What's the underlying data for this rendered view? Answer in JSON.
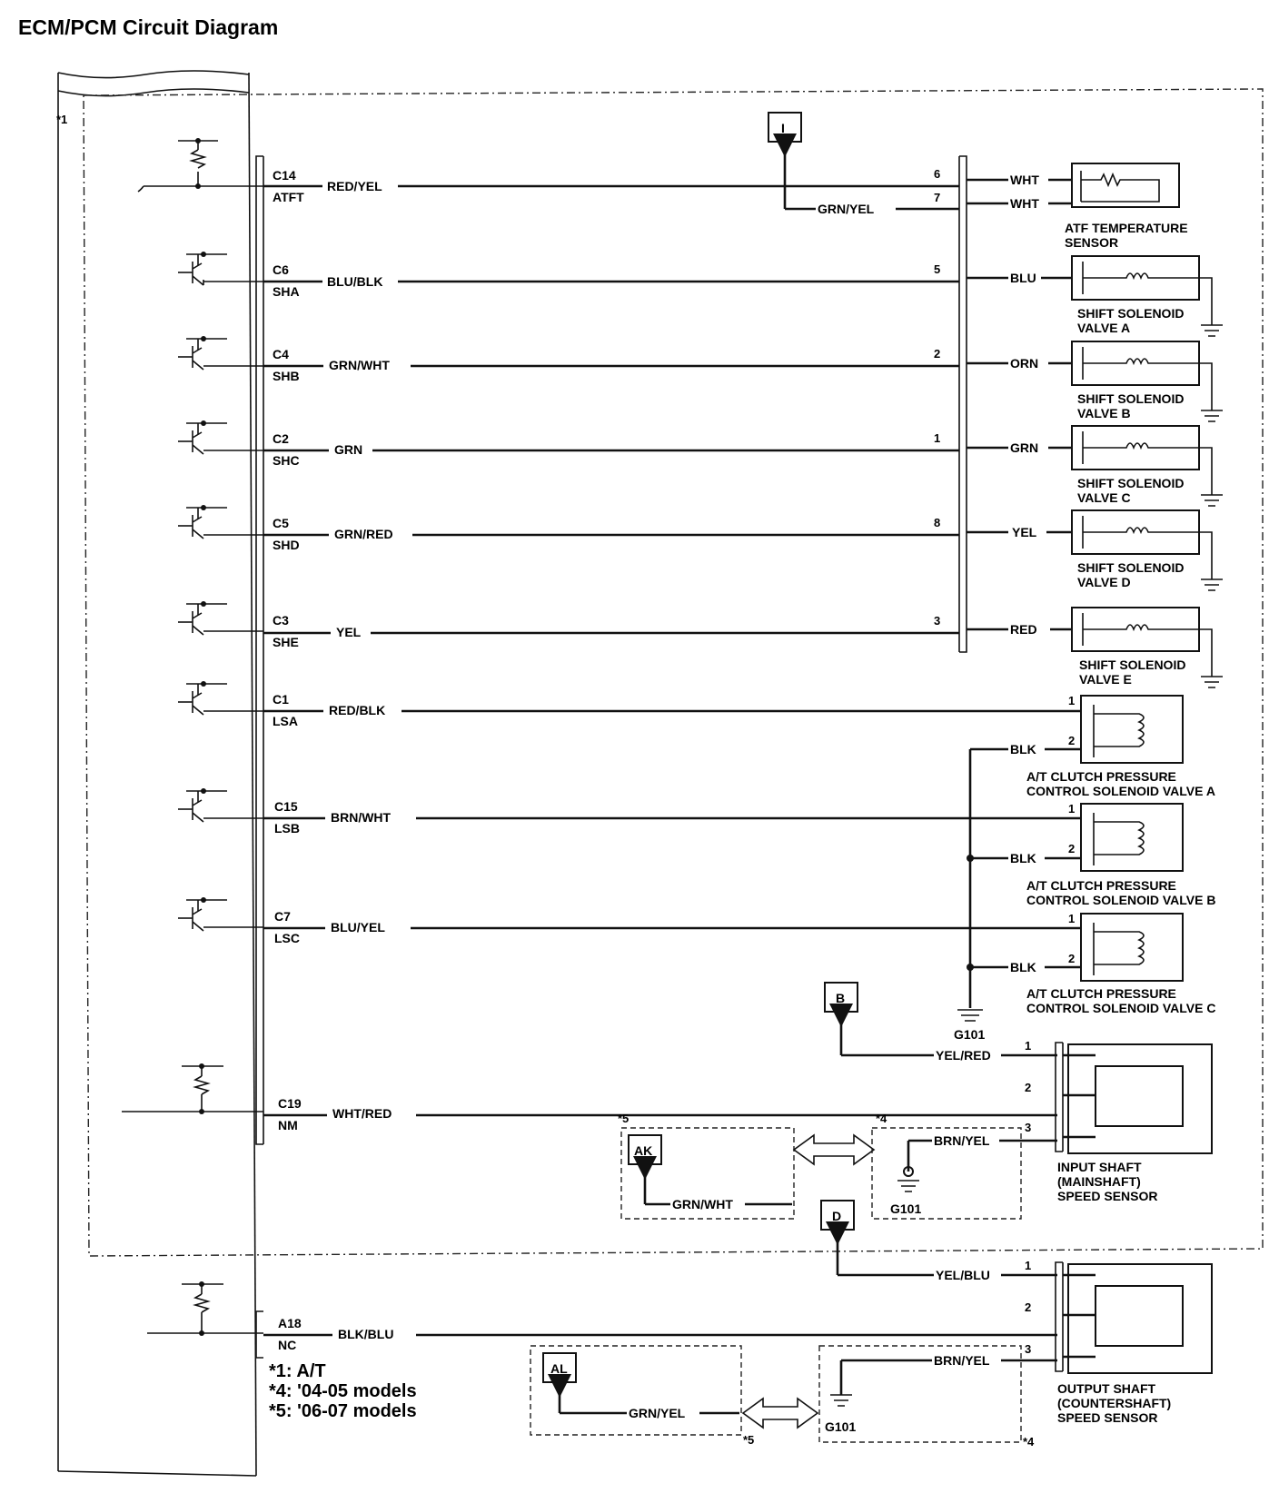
{
  "title": "ECM/PCM Circuit Diagram",
  "region_notes": {
    "star1": "*1",
    "star4": "*4",
    "star5": "*5"
  },
  "circuits": [
    {
      "pin": "C14",
      "signal": "ATFT",
      "wire": "RED/YEL"
    },
    {
      "pin": "C6",
      "signal": "SHA",
      "wire": "BLU/BLK"
    },
    {
      "pin": "C4",
      "signal": "SHB",
      "wire": "GRN/WHT"
    },
    {
      "pin": "C2",
      "signal": "SHC",
      "wire": "GRN"
    },
    {
      "pin": "C5",
      "signal": "SHD",
      "wire": "GRN/RED"
    },
    {
      "pin": "C3",
      "signal": "SHE",
      "wire": "YEL"
    },
    {
      "pin": "C1",
      "signal": "LSA",
      "wire": "RED/BLK"
    },
    {
      "pin": "C15",
      "signal": "LSB",
      "wire": "BRN/WHT"
    },
    {
      "pin": "C7",
      "signal": "LSC",
      "wire": "BLU/YEL"
    },
    {
      "pin": "C19",
      "signal": "NM",
      "wire": "WHT/RED"
    },
    {
      "pin": "A18",
      "signal": "NC",
      "wire": "BLK/BLU"
    }
  ],
  "connector_pins": [
    "6",
    "7",
    "5",
    "2",
    "1",
    "8",
    "3"
  ],
  "connector_I": {
    "label": "I",
    "wire": "GRN/YEL"
  },
  "atf_sensor": {
    "wire1": "WHT",
    "wire2": "WHT",
    "label_line1": "ATF TEMPERATURE",
    "label_line2": "SENSOR"
  },
  "shift_solenoids": [
    {
      "wire": "BLU",
      "line1": "SHIFT SOLENOID",
      "line2": "VALVE A"
    },
    {
      "wire": "ORN",
      "line1": "SHIFT SOLENOID",
      "line2": "VALVE B"
    },
    {
      "wire": "GRN",
      "line1": "SHIFT SOLENOID",
      "line2": "VALVE C"
    },
    {
      "wire": "YEL",
      "line1": "SHIFT SOLENOID",
      "line2": "VALVE D"
    },
    {
      "wire": "RED",
      "line1": "SHIFT SOLENOID",
      "line2": "VALVE E"
    }
  ],
  "pressure_solenoids": [
    {
      "pin1": "1",
      "pin2": "2",
      "ground_wire": "BLK",
      "line1": "A/T CLUTCH PRESSURE",
      "line2": "CONTROL SOLENOID VALVE A"
    },
    {
      "pin1": "1",
      "pin2": "2",
      "ground_wire": "BLK",
      "line1": "A/T CLUTCH PRESSURE",
      "line2": "CONTROL SOLENOID VALVE B"
    },
    {
      "pin1": "1",
      "pin2": "2",
      "ground_wire": "BLK",
      "line1": "A/T CLUTCH PRESSURE",
      "line2": "CONTROL SOLENOID VALVE C"
    }
  ],
  "ground_main": "G101",
  "input_sensor": {
    "connector": "B",
    "wire1": "YEL/RED",
    "pins": [
      "1",
      "2",
      "3"
    ],
    "line1": "INPUT SHAFT",
    "line2": "(MAINSHAFT)",
    "line3": "SPEED SENSOR",
    "alt_connector": "AK",
    "alt_wire": "GRN/WHT",
    "gnd_wire": "BRN/YEL",
    "gnd": "G101"
  },
  "output_sensor": {
    "connector": "D",
    "wire1": "YEL/BLU",
    "pins": [
      "1",
      "2",
      "3"
    ],
    "line1": "OUTPUT SHAFT",
    "line2": "(COUNTERSHAFT)",
    "line3": "SPEED SENSOR",
    "alt_connector": "AL",
    "alt_wire": "GRN/YEL",
    "gnd_wire": "BRN/YEL",
    "gnd": "G101"
  },
  "footnotes": [
    "*1: A/T",
    "*4: '04-05 models",
    "*5: '06-07 models"
  ]
}
